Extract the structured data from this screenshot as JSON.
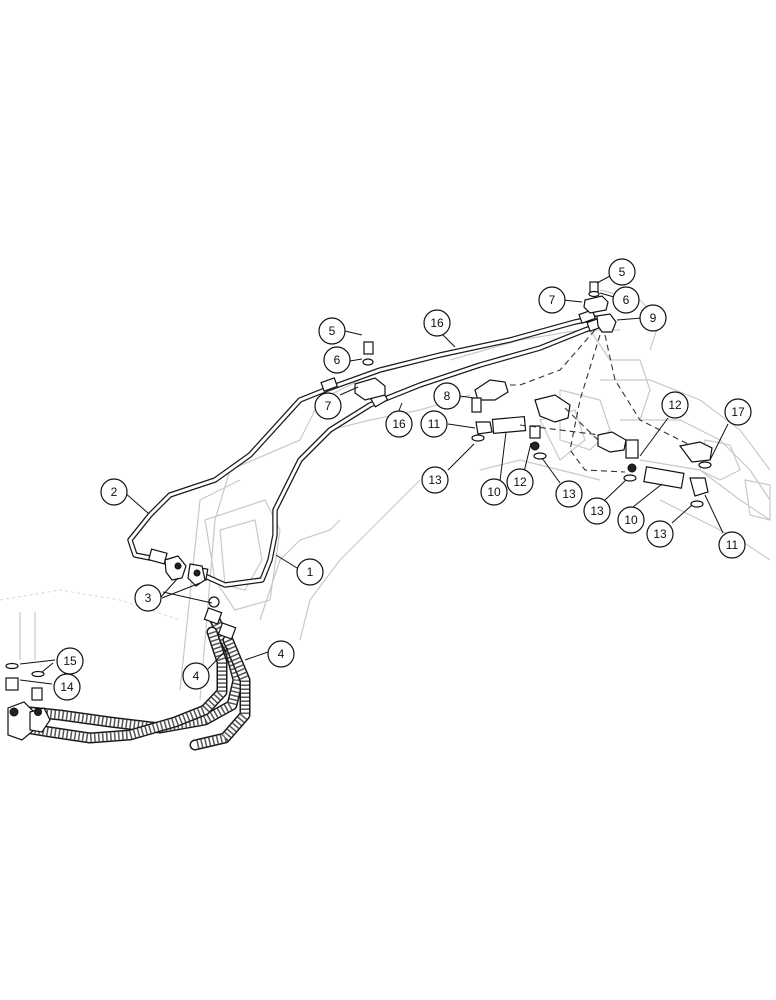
{
  "callouts": [
    {
      "id": "c2",
      "label": "2"
    },
    {
      "id": "c1",
      "label": "1"
    },
    {
      "id": "c3",
      "label": "3"
    },
    {
      "id": "c4a",
      "label": "4"
    },
    {
      "id": "c4b",
      "label": "4"
    },
    {
      "id": "c15",
      "label": "15"
    },
    {
      "id": "c14",
      "label": "14"
    },
    {
      "id": "c5a",
      "label": "5"
    },
    {
      "id": "c6a",
      "label": "6"
    },
    {
      "id": "c7a",
      "label": "7"
    },
    {
      "id": "c16a",
      "label": "16"
    },
    {
      "id": "c16b",
      "label": "16"
    },
    {
      "id": "c5b",
      "label": "5"
    },
    {
      "id": "c7b",
      "label": "7"
    },
    {
      "id": "c6b",
      "label": "6"
    },
    {
      "id": "c9",
      "label": "9"
    },
    {
      "id": "c8",
      "label": "8"
    },
    {
      "id": "c11a",
      "label": "11"
    },
    {
      "id": "c13a",
      "label": "13"
    },
    {
      "id": "c10a",
      "label": "10"
    },
    {
      "id": "c12a",
      "label": "12"
    },
    {
      "id": "c13b",
      "label": "13"
    },
    {
      "id": "c12b",
      "label": "12"
    },
    {
      "id": "c17",
      "label": "17"
    },
    {
      "id": "c13c",
      "label": "13"
    },
    {
      "id": "c10b",
      "label": "10"
    },
    {
      "id": "c13d",
      "label": "13"
    },
    {
      "id": "c11b",
      "label": "11"
    }
  ]
}
